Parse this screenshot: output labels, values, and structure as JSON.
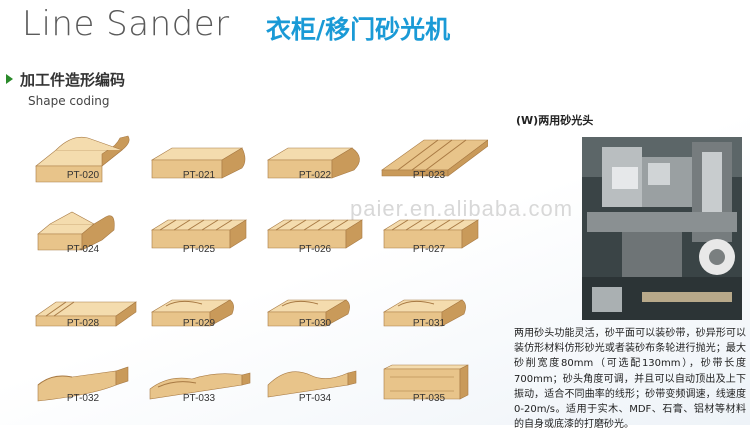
{
  "header": {
    "title_en": "Line Sander",
    "title_cn": "衣柜/移门砂光机"
  },
  "section": {
    "title_cn": "加工件造形编码",
    "title_en": "Shape coding"
  },
  "watermark": "paier.en.alibaba.com",
  "profiles": [
    {
      "code": "PT-020",
      "icon": "crown-moulding-profile-icon"
    },
    {
      "code": "PT-021",
      "icon": "round-edge-profile-icon"
    },
    {
      "code": "PT-022",
      "icon": "bullnose-profile-icon"
    },
    {
      "code": "PT-023",
      "icon": "grooved-panel-profile-icon"
    },
    {
      "code": "PT-024",
      "icon": "stepped-moulding-profile-icon"
    },
    {
      "code": "PT-025",
      "icon": "multi-ridge-profile-icon"
    },
    {
      "code": "PT-026",
      "icon": "fluted-block-profile-icon"
    },
    {
      "code": "PT-027",
      "icon": "fluted-block-profile-icon"
    },
    {
      "code": "PT-028",
      "icon": "long-stepped-profile-icon"
    },
    {
      "code": "PT-029",
      "icon": "ridge-moulding-profile-icon"
    },
    {
      "code": "PT-030",
      "icon": "ogee-profile-icon"
    },
    {
      "code": "PT-031",
      "icon": "ogee-profile-icon"
    },
    {
      "code": "PT-032",
      "icon": "cove-profile-icon"
    },
    {
      "code": "PT-033",
      "icon": "beaded-profile-icon"
    },
    {
      "code": "PT-034",
      "icon": "wave-profile-icon"
    },
    {
      "code": "PT-035",
      "icon": "raised-panel-profile-icon"
    }
  ],
  "sanding_head": {
    "caption": "(W)两用砂光头",
    "description": "两用砂头功能灵活，砂平面可以装砂带，砂异形可以装仿形材料仿形砂光或者装砂布条轮进行抛光；最大砂削宽度80mm（可选配130mm），砂带长度700mm；砂头角度可调，并且可以自动顶出及上下振动，适合不同曲率的线形；砂带变频调速，线速度0-20m/s。适用于实木、MDF、石膏、铝材等材料的自身或底漆的打磨砂光。"
  },
  "colors": {
    "title_cn": "#1a9ad6",
    "wood": "#e8c48a",
    "wood_dark": "#c99a5a"
  }
}
